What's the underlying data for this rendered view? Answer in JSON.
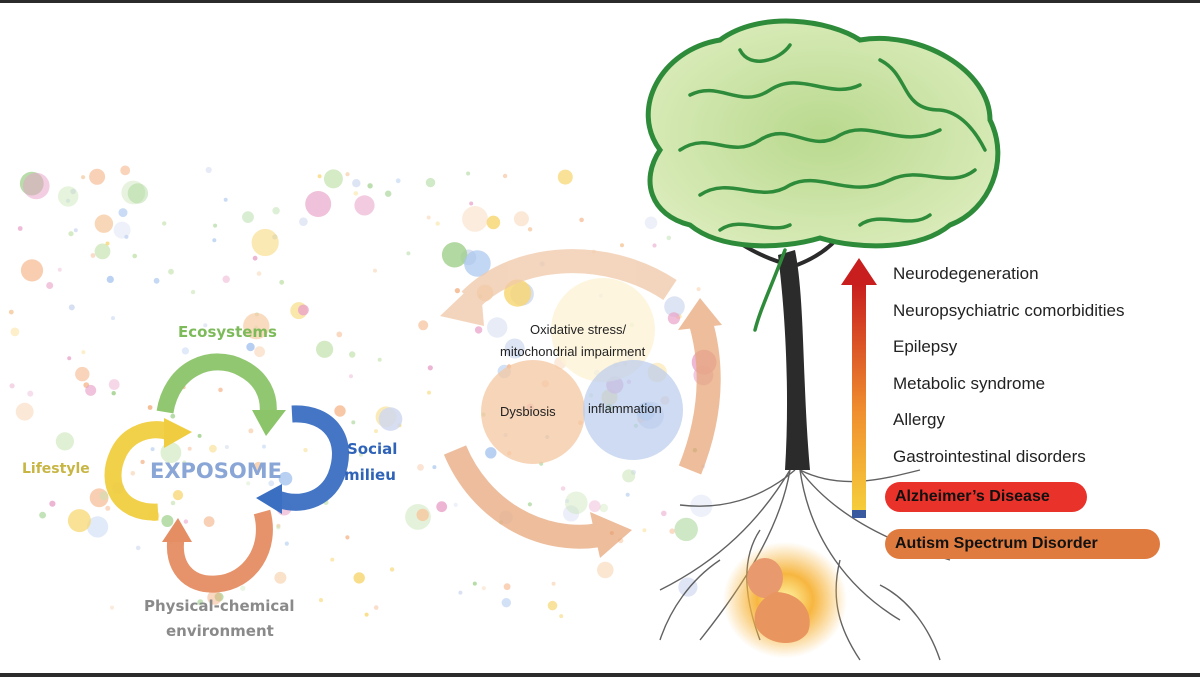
{
  "exposome": {
    "center": "EXPOSOME",
    "ecosystems": "Ecosystems",
    "social": [
      "Social",
      "milieu"
    ],
    "lifestyle": "Lifestyle",
    "physical": [
      "Physical-chemical",
      "environment"
    ],
    "colors": {
      "ecosystems": "#7dbb5a",
      "social": "#2f63b8",
      "lifestyle": "#e9c73a",
      "physical": "#e0875b"
    }
  },
  "mechanisms": {
    "oxidative": [
      "Oxidative stress/",
      "mitochondrial impairment"
    ],
    "dysbiosis": "Dysbiosis",
    "inflammation": "inflammation"
  },
  "disorders": [
    "Neurodegeneration",
    "Neuropsychiatric comorbidities",
    "Epilepsy",
    "Metabolic syndrome",
    "Allergy",
    "Gastrointestinal disorders"
  ],
  "highlighted": {
    "alzheimers": {
      "label": "Alzheimer’s Disease",
      "color": "#e8322a"
    },
    "autism": {
      "label": "Autism Spectrum Disorder",
      "color": "#e07b40"
    }
  },
  "icons": [
    "brain-tree-icon",
    "fetus-icon",
    "gradient-arrow-icon",
    "cycle-arrow-icon"
  ]
}
